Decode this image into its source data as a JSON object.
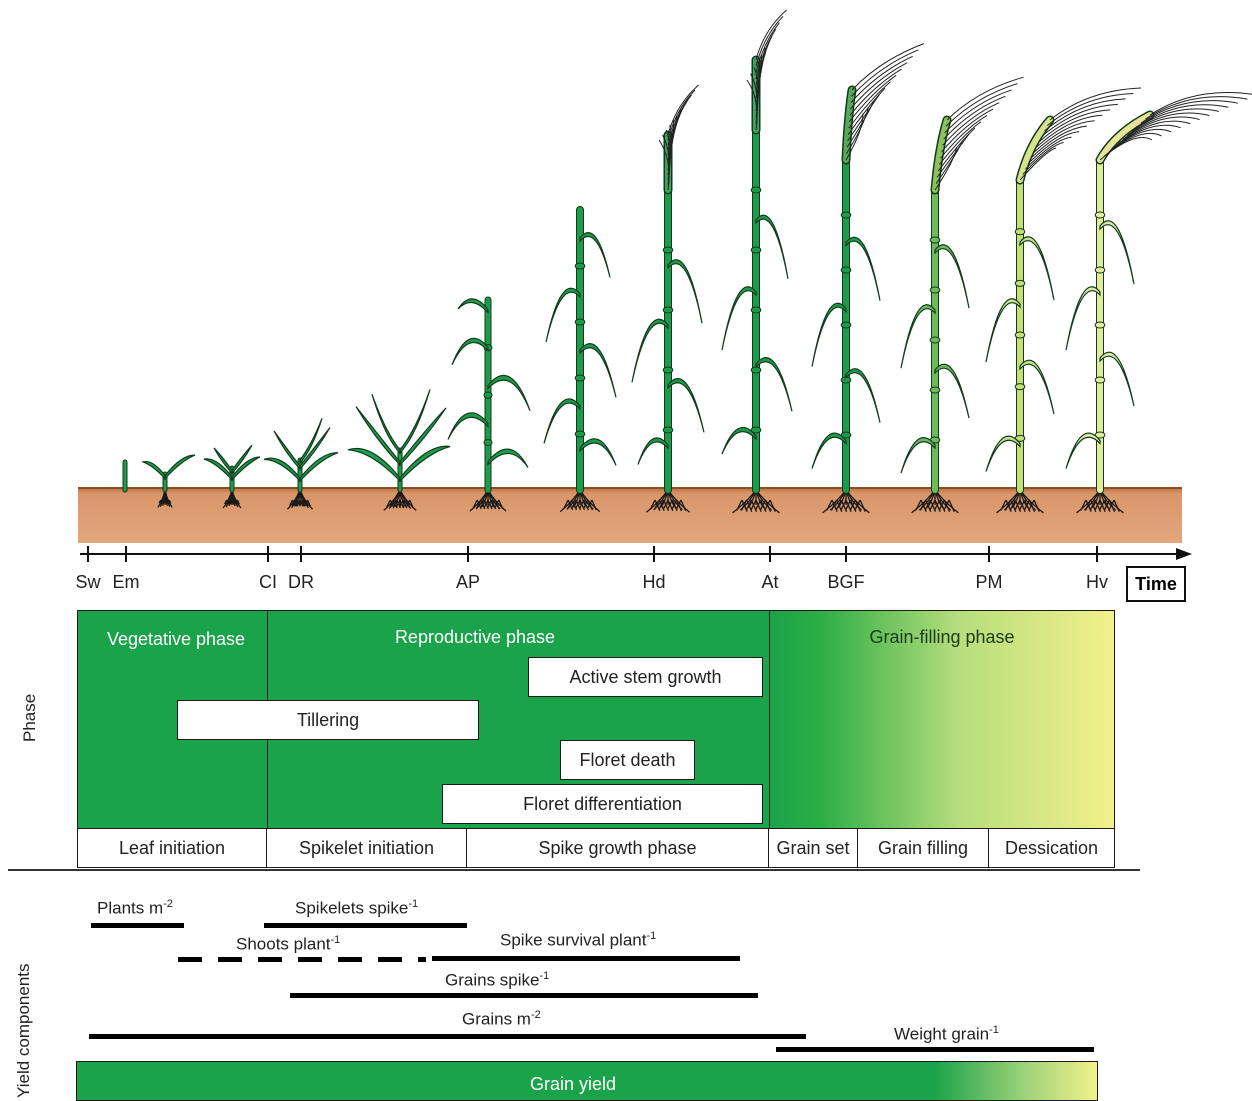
{
  "timeline": {
    "stages": [
      {
        "code": "Sw"
      },
      {
        "code": "Em"
      },
      {
        "code": "CI"
      },
      {
        "code": "DR"
      },
      {
        "code": "AP"
      },
      {
        "code": "Hd"
      },
      {
        "code": "At"
      },
      {
        "code": "BGF"
      },
      {
        "code": "PM"
      },
      {
        "code": "Hv"
      }
    ],
    "axis_label": "Time"
  },
  "phase_section": {
    "side_label": "Phase",
    "vegetative": "Vegetative phase",
    "reproductive": "Reproductive phase",
    "grain_filling": "Grain-filling phase",
    "processes": {
      "active_stem_growth": "Active stem growth",
      "tillering": "Tillering",
      "floret_death": "Floret death",
      "floret_differentiation": "Floret differentiation"
    },
    "subphases": [
      "Leaf initiation",
      "Spikelet initiation",
      "Spike growth phase",
      "Grain set",
      "Grain filling",
      "Dessication"
    ]
  },
  "yield_section": {
    "side_label": "Yield components",
    "components": {
      "plants": {
        "text": "Plants m",
        "sup": "-2"
      },
      "spikelets": {
        "text": "Spikelets  spike",
        "sup": "-1"
      },
      "shoots": {
        "text": "Shoots  plant",
        "sup": "-1"
      },
      "spike_survival": {
        "text": "Spike survival plant",
        "sup": "-1"
      },
      "grains_spike": {
        "text": "Grains  spike",
        "sup": "-1"
      },
      "grains_m2": {
        "text": "Grains  m",
        "sup": "-2"
      },
      "weight_grain": {
        "text": "Weight  grain",
        "sup": "-1"
      }
    },
    "grain_yield": "Grain yield"
  },
  "colors": {
    "phase_green": "#1aa34a",
    "soil": "#d9966a",
    "gradient_end": "#f3f08c"
  }
}
